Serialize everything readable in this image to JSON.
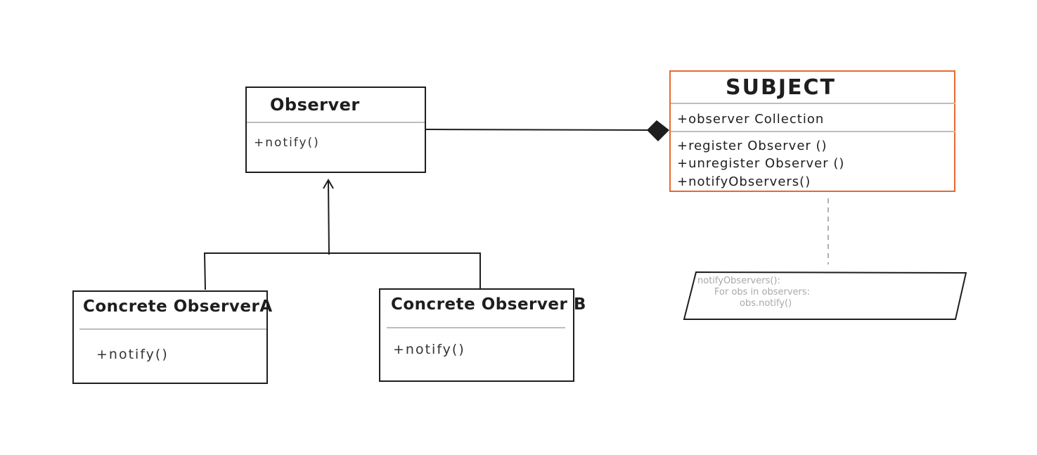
{
  "observer": {
    "title": "Observer",
    "methods": [
      "+notify()"
    ]
  },
  "subject": {
    "title": "SUBJECT",
    "attributes": [
      "+observer Collection"
    ],
    "methods": [
      "+register Observer ()",
      "+unregister Observer ()",
      "+notifyObservers()"
    ],
    "border_color": "#e8692e"
  },
  "concrete_a": {
    "title": "Concrete ObserverA",
    "methods": [
      "+notify()"
    ]
  },
  "concrete_b": {
    "title": "Concrete Observer B",
    "methods": [
      "+notify()"
    ]
  },
  "note": {
    "lines": [
      "notifyObservers():",
      "For obs in observers:",
      "obs.notify()"
    ]
  },
  "colors": {
    "stroke": "#1e1e1e",
    "divider": "#bdbdbd",
    "dashed": "#b0b0b0",
    "note_text": "#a8a8a8"
  }
}
